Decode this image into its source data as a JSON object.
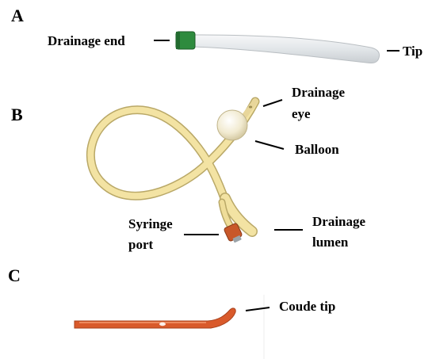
{
  "panels": {
    "a": {
      "letter": "A",
      "labels": {
        "drainage_end": "Drainage end",
        "tip": "Tip"
      }
    },
    "b": {
      "letter": "B",
      "labels": {
        "drainage_eye_line1": "Drainage",
        "drainage_eye_line2": "eye",
        "balloon": "Balloon",
        "syringe_port_line1": "Syringe",
        "syringe_port_line2": "port",
        "drainage_lumen_line1": "Drainage",
        "drainage_lumen_line2": "lumen"
      }
    },
    "c": {
      "letter": "C",
      "labels": {
        "coude_tip": "Coude tip"
      }
    }
  },
  "colors": {
    "straight_catheter": "#e8ecef",
    "straight_catheter_connector": "#2e8b3e",
    "foley_catheter": "#f3e3a3",
    "syringe_port": "#c8582a",
    "coude_catheter": "#d95a2b"
  }
}
